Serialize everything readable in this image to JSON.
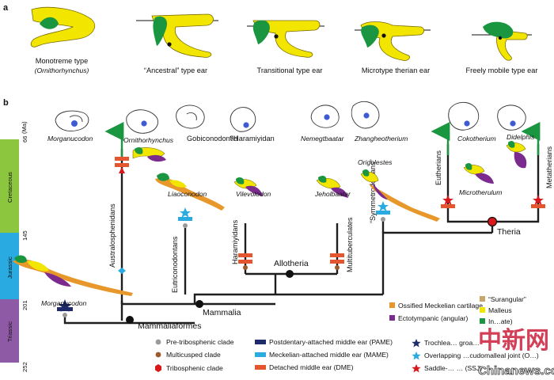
{
  "panel_a": {
    "label": "a",
    "ears": [
      {
        "name": "Monotreme type",
        "sub": "(Ornithorhynchus)"
      },
      {
        "name": "“Ancestral” type ear"
      },
      {
        "name": "Transitional type ear"
      },
      {
        "name": "Microtype therian ear"
      },
      {
        "name": "Freely mobile type ear"
      }
    ]
  },
  "panel_b": {
    "label": "b",
    "timescale": {
      "unit": "(Ma)",
      "periods": [
        {
          "name": "Cretaceous",
          "color": "#8cc63f"
        },
        {
          "name": "Jurassic",
          "color": "#29abe2"
        },
        {
          "name": "Triassic",
          "color": "#8e5aa6"
        }
      ],
      "ticks": [
        "66",
        "145",
        "201",
        "252"
      ]
    },
    "clades": [
      "Australosphenidans",
      "Eutriconodontans",
      "Haramiyidans",
      "Multituberculates",
      "“Symmetrodontans”",
      "Eutherians",
      "Metatherians"
    ],
    "nodes": [
      "Mammaliaformes",
      "Mammalia",
      "Allotheria",
      "Theria"
    ],
    "taxa": [
      "Morganucodon",
      "Ornithorhynchus",
      "Gobiconodontid",
      "?Haramiyidan",
      "Nemegtbaatar",
      "Zhangheotherium",
      "Cokotherium",
      "Didelphis",
      "Liaoconodon",
      "Vilevolodon",
      "Jeholbaatar",
      "Origolestes",
      "Microtherulum",
      "Morganucodon"
    ],
    "legend_bones": [
      {
        "label": "Ossified Meckelian cartilage",
        "color": "#e8972b"
      },
      {
        "label": "“Surangular”",
        "color": "#c9a56b"
      },
      {
        "label": "Ectotympanic (angular)",
        "color": "#7b2a8e"
      },
      {
        "label": "Malleus",
        "color": "#f2e600"
      },
      {
        "label": "In…ate)",
        "color": "#1a9641"
      }
    ],
    "legend_characters": [
      {
        "label": "Pre-tribosphenic clade",
        "color": "#9a9a9a"
      },
      {
        "label": "Multicusped clade",
        "color": "#9b5a2e"
      },
      {
        "label": "Tribosphenic clade",
        "color": "#d7191c"
      },
      {
        "label": "Postdentary-attached middle ear (PAME)",
        "color": "#1f2a6b"
      },
      {
        "label": "Meckelian-attached middle ear (MAME)",
        "color": "#29abe2"
      },
      {
        "label": "Detached middle ear (DME)",
        "color": "#e4572e"
      },
      {
        "label": "Trochlea… groa…",
        "color": "#1f2a6b"
      },
      {
        "label": "Overlapping …cudomalleal joint (O…)",
        "color": "#29abe2"
      },
      {
        "label": "Saddle-… … (SSJ)",
        "color": "#d7191c"
      }
    ]
  },
  "watermark": {
    "text": "Chinanews.com",
    "chars": "中新网"
  },
  "colors": {
    "malleus": "#f2e600",
    "incus": "#1a9641",
    "line": "#1e1e1e"
  }
}
